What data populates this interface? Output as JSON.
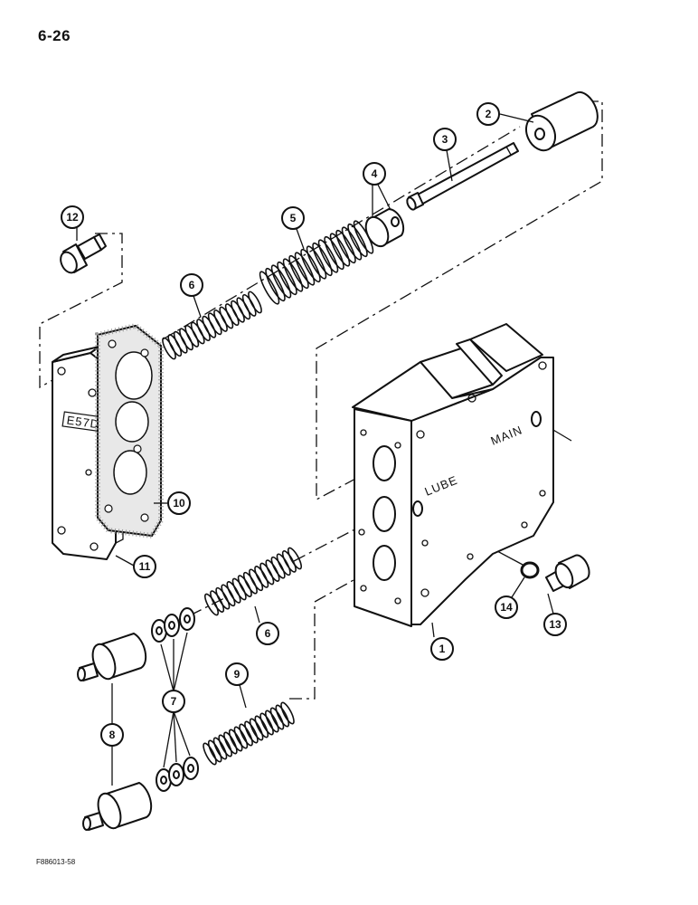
{
  "page": {
    "number": "6-26",
    "figure_code": "F886013-58"
  },
  "housing_labels": {
    "main": "MAIN",
    "lube": "LUBE"
  },
  "cover_stamp": "E57D",
  "callouts": [
    "1",
    "2",
    "3",
    "4",
    "5",
    "6",
    "6",
    "7",
    "8",
    "9",
    "10",
    "11",
    "12",
    "13",
    "14"
  ]
}
